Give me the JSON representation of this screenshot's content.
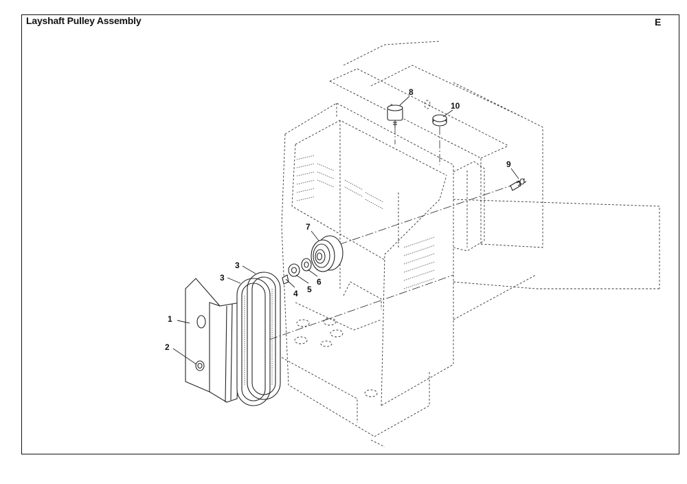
{
  "header": {
    "title": "Layshaft Pulley Assembly",
    "section": "E"
  },
  "callouts": {
    "c1": "1",
    "c2": "2",
    "c3a": "3",
    "c3b": "3",
    "c4": "4",
    "c5": "5",
    "c6": "6",
    "c7": "7",
    "c8": "8",
    "c9": "9",
    "c10": "10"
  }
}
